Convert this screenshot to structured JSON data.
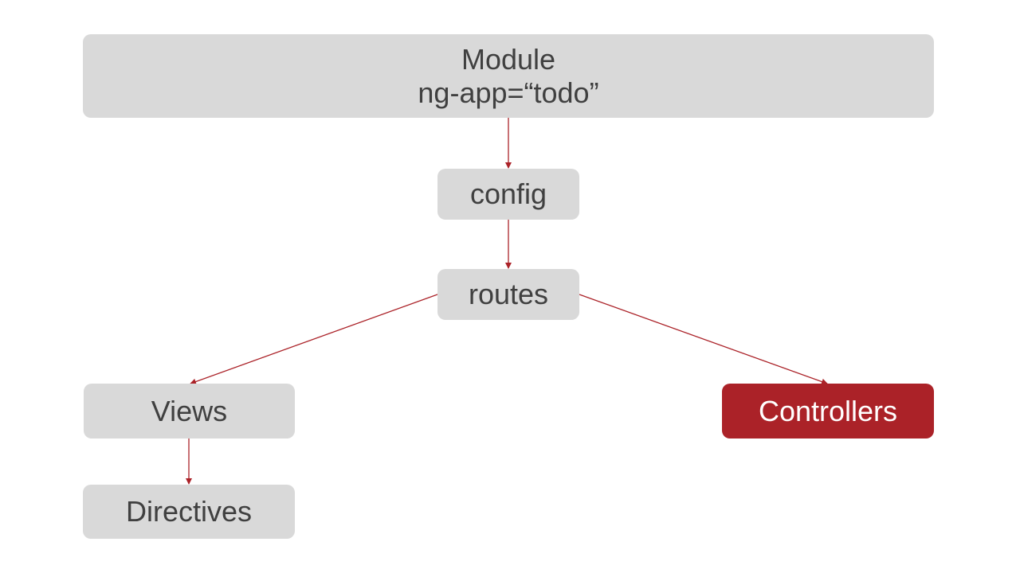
{
  "nodes": {
    "module": {
      "line1": "Module",
      "line2": "ng-app=“todo”"
    },
    "config": {
      "label": "config"
    },
    "routes": {
      "label": "routes"
    },
    "views": {
      "label": "Views"
    },
    "controllers": {
      "label": "Controllers"
    },
    "directives": {
      "label": "Directives"
    }
  },
  "edges": [
    {
      "from": "module",
      "to": "config"
    },
    {
      "from": "config",
      "to": "routes"
    },
    {
      "from": "routes",
      "to": "views"
    },
    {
      "from": "routes",
      "to": "controllers"
    },
    {
      "from": "views",
      "to": "directives"
    }
  ],
  "colors": {
    "node_fill": "#d9d9d9",
    "node_text": "#404040",
    "highlight_fill": "#ab2228",
    "highlight_text": "#ffffff",
    "edge": "#ab2228"
  }
}
